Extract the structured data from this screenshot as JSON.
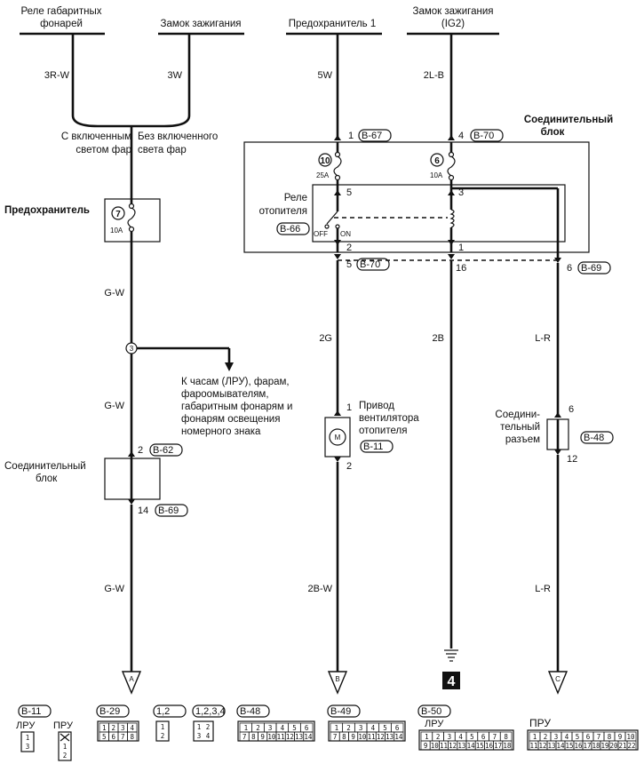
{
  "sources": {
    "parking_relay": [
      "Реле габаритных",
      "фонарей"
    ],
    "ignition_switch_left": "Замок зажигания",
    "fuse1": "Предохранитель 1",
    "ignition_switch_ig2": [
      "Замок зажигания",
      "(IG2)"
    ]
  },
  "wires": {
    "w1": "3R-W",
    "w2": "3W",
    "w3": "5W",
    "w4": "2L-B",
    "w5": "G-W",
    "w6": "G-W",
    "w7": "G-W",
    "w8": "2G",
    "w9": "2B",
    "w10": "L-R",
    "w11": "2B-W",
    "w12": "L-R"
  },
  "labels": {
    "with_lights": [
      "С включенным",
      "светом фар"
    ],
    "without_lights": [
      "Без включенного",
      "света фар"
    ],
    "fuse": "Предохранитель",
    "junction_block_top": [
      "Соединительный",
      "блок"
    ],
    "junction_block_left": [
      "Соединительный",
      "блок"
    ],
    "heater_relay": [
      "Реле",
      "отопителя"
    ],
    "off": "OFF",
    "on": "ON",
    "branch_note": [
      "К часам (ЛРУ), фарам,",
      "фароомывателям,",
      "габаритным фонарям и",
      "фонарям освещения",
      "номерного знака"
    ],
    "fan_motor": [
      "Привод",
      "вентилятора",
      "отопителя"
    ],
    "connector": [
      "Соедини-",
      "тельный",
      "разъем"
    ]
  },
  "fuses": {
    "f7": "7",
    "f7_amp": "10A",
    "f10": "10",
    "f10_amp": "25A",
    "f6": "6",
    "f6_amp": "10A"
  },
  "pins": {
    "p1": "1",
    "p4": "4",
    "p5a": "5",
    "p3": "3",
    "p2a": "2",
    "p1b": "1",
    "p5b": "5",
    "p16": "16",
    "p6a": "6",
    "p1c": "1",
    "p2b": "2",
    "p6b": "6",
    "p12": "12",
    "p2c": "2",
    "p14": "14",
    "node3": "3"
  },
  "connectors": {
    "c_b67": "B-67",
    "c_b70a": "B-70",
    "c_b66": "B-66",
    "c_b70b": "B-70",
    "c_b69a": "B-69",
    "c_b11": "B-11",
    "c_b48": "B-48",
    "c_b62": "B-62",
    "c_b69b": "B-69"
  },
  "terminals": {
    "a": "A",
    "b": "B",
    "c": "C",
    "ground": "4"
  },
  "legend": {
    "b11": "B-11",
    "lru": "ЛРУ",
    "pru": "ПРУ",
    "b29": "B-29",
    "b30": [
      "1",
      "2"
    ],
    "b31": [
      "1",
      "2",
      "3",
      "4"
    ],
    "b48": "B-48",
    "b49": "B-49",
    "b50": "B-50",
    "lru2": "ЛРУ",
    "pru2": "ПРУ",
    "b11_l": [
      "1",
      "3"
    ],
    "b11_r": [
      "1",
      "2"
    ],
    "b29_r1": [
      "1",
      "2",
      "3",
      "4"
    ],
    "b29_r2": [
      "5",
      "6",
      "7",
      "8"
    ],
    "b48_r1": [
      "1",
      "2",
      "3",
      "4",
      "5",
      "6"
    ],
    "b48_r2": [
      "7",
      "8",
      "9",
      "10",
      "11",
      "12",
      "13",
      "14"
    ],
    "b49_r1": [
      "1",
      "2",
      "3",
      "4",
      "5",
      "6"
    ],
    "b49_r2": [
      "7",
      "8",
      "9",
      "10",
      "11",
      "12",
      "13",
      "14"
    ],
    "b50l_r1": [
      "1",
      "2",
      "3",
      "4",
      "5",
      "6",
      "7",
      "8"
    ],
    "b50l_r2": [
      "9",
      "10",
      "11",
      "12",
      "13",
      "14",
      "15",
      "16",
      "17",
      "18"
    ],
    "b50p_r1": [
      "1",
      "2",
      "3",
      "4",
      "5",
      "6",
      "7",
      "8",
      "9",
      "10"
    ],
    "b50p_r2": [
      "11",
      "12",
      "13",
      "14",
      "15",
      "16",
      "17",
      "18",
      "19",
      "20",
      "21",
      "22"
    ]
  }
}
